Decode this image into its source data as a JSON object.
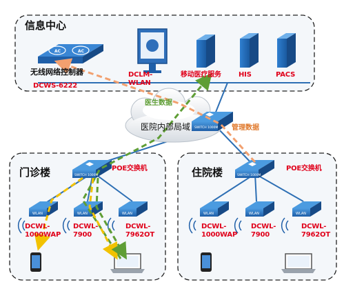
{
  "zones": {
    "top": {
      "title": "信息中心"
    },
    "left": {
      "title": "门诊楼"
    },
    "right": {
      "title": "住院楼"
    }
  },
  "center": {
    "controller_label": "无线网络控制器",
    "controller_model": "DCWS-6222",
    "dclm_lines": [
      "DCLM-",
      "WLAN"
    ],
    "mobile_service": "移动医疗服务",
    "his": "HIS",
    "pacs": "PACS",
    "ac_badge": "AC"
  },
  "cloud": {
    "label": "医院内部局域"
  },
  "flows": {
    "doctor_data": "医生数据",
    "management_data": "管理数据"
  },
  "switch_badge": "SWITCH 1000M",
  "left_building": {
    "switch_label": "POE交换机",
    "aps": [
      {
        "lines": [
          "DCWL-",
          "1000WAP"
        ]
      },
      {
        "lines": [
          "DCWL-",
          "7900"
        ]
      },
      {
        "lines": [
          "DCWL-",
          "7962OT"
        ]
      }
    ]
  },
  "right_building": {
    "switch_label": "POE交换机",
    "aps": [
      {
        "lines": [
          "DCWL-",
          "1000WAP"
        ]
      },
      {
        "lines": [
          "DCWL-",
          "7900"
        ]
      },
      {
        "lines": [
          "DCWL-",
          "7962OT"
        ]
      }
    ]
  },
  "ap_badge": "WLAN",
  "colors": {
    "zone_border": "#222222",
    "zone_fill": "#f4f7fa",
    "label_red": "#e0001a",
    "link_blue": "#2d6fb4",
    "doctor_flow": "#5f9e35",
    "management_flow": "#f2a06f",
    "yellow_flow": "#f2c200",
    "device_blue": "#2f6fba"
  }
}
